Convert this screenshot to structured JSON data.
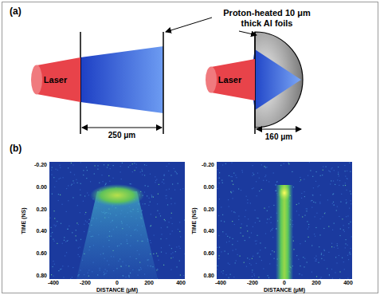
{
  "diagram": {
    "nodes": [
      {
        "text": [
          "Laser"
        ]
      },
      {
        "text": [
          "Laser"
        ]
      }
    ],
    "labels": [
      "(a)",
      "Proton-heated 10 μm thick Al foils",
      "250 μm",
      "160 μm",
      "(b)",
      "TIME (NS)",
      "-0.20",
      "0.00",
      "0.20",
      "0.40",
      "0.60",
      "0.80",
      "DISTANCE (μM)",
      "-400",
      "-200",
      "0",
      "200",
      "400",
      "TIME (NS)",
      "-0.20",
      "0.00",
      "0.20",
      "0.40",
      "0.60",
      "0.80",
      "DISTANCE (μM)",
      "-400",
      "-200",
      "0",
      "200",
      "400"
    ]
  }
}
